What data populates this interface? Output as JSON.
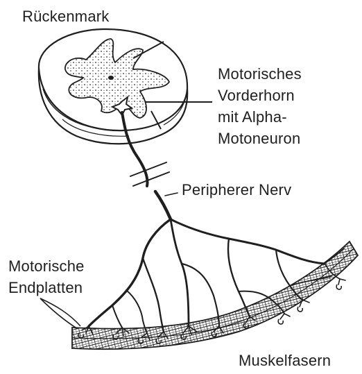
{
  "labels": {
    "spinal_cord": "Rückenmark",
    "anterior_horn_lines": [
      "Motorisches",
      "Vorderhorn",
      "mit Alpha-",
      "Motoneuron"
    ],
    "peripheral_nerve": "Peripherer Nerv",
    "end_plates_lines": [
      "Motorische",
      "Endplatten"
    ],
    "muscle_fibers": "Muskelfasern"
  },
  "colors": {
    "ink": "#1f1f1f",
    "paper": "#ffffff"
  }
}
